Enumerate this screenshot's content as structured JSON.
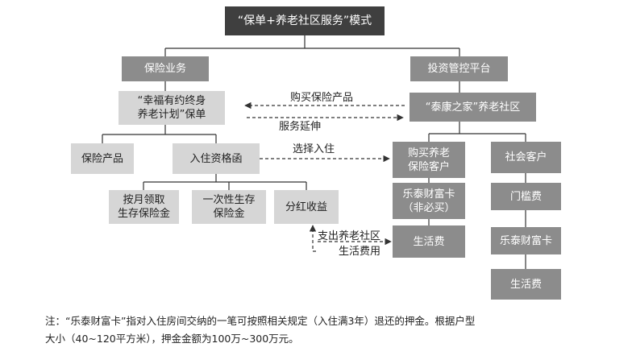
{
  "title": "“保单+养老社区服务”模式",
  "nodes": {
    "insurance_business": "保险业务",
    "investment_platform": "投资管控平台",
    "happiness_plan": "“幸福有约终身\n养老计划”保单",
    "taikang_home": "“泰康之家”养老社区",
    "insurance_product": "保险产品",
    "admission_letter": "入住资格函",
    "buy_pension_customer": "购买养老\n保险客户",
    "social_customer": "社会客户",
    "monthly_pension": "按月领取\n生存保险金",
    "lump_sum": "一次性生存\n保险金",
    "dividend": "分红收益",
    "letai_card_optional": "乐泰财富卡\n（非必买）",
    "entry_fee": "门槛费",
    "living_cost_left": "生活费",
    "letai_card": "乐泰财富卡",
    "living_cost_right": "生活费"
  },
  "edge_labels": {
    "buy_product": "购买保险产品",
    "service_extension": "服务延伸",
    "choose_stay": "选择入住",
    "pay_community_cost": "支出养老社区\n生活费用"
  },
  "note": {
    "line1": "注：“乐泰财富卡”指对入住房间交纳的一笔可按照相关规定（入住满3年）退还的押金。根据户型",
    "line2": "大小（40~120平方米），押金金额为100万~300万元。"
  },
  "colors": {
    "dark": "#3f3f3f",
    "mid": "#8c8c8c",
    "light": "#d6d6d6",
    "line": "#333333"
  }
}
